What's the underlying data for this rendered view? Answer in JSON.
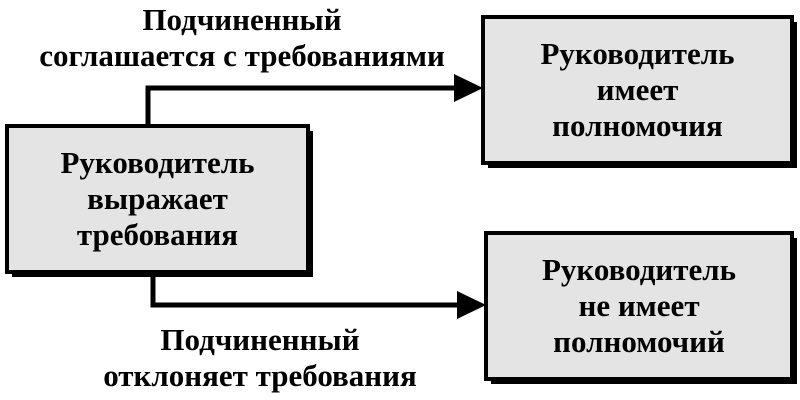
{
  "colors": {
    "box_fill": "#e4e4e4",
    "stroke": "#000000",
    "background": "#ffffff"
  },
  "boxes": {
    "source": {
      "lines": [
        "Руководитель",
        "выражает",
        "требования"
      ]
    },
    "top_target": {
      "lines": [
        "Руководитель",
        "имеет",
        "полномочия"
      ]
    },
    "bottom_target": {
      "lines": [
        "Руководитель",
        "не имеет",
        "полномочий"
      ]
    }
  },
  "edges": {
    "top": {
      "label_lines": [
        "Подчиненный",
        "соглашается с требованиями"
      ]
    },
    "bottom": {
      "label_lines": [
        "Подчиненный",
        "отклоняет требования"
      ]
    }
  }
}
